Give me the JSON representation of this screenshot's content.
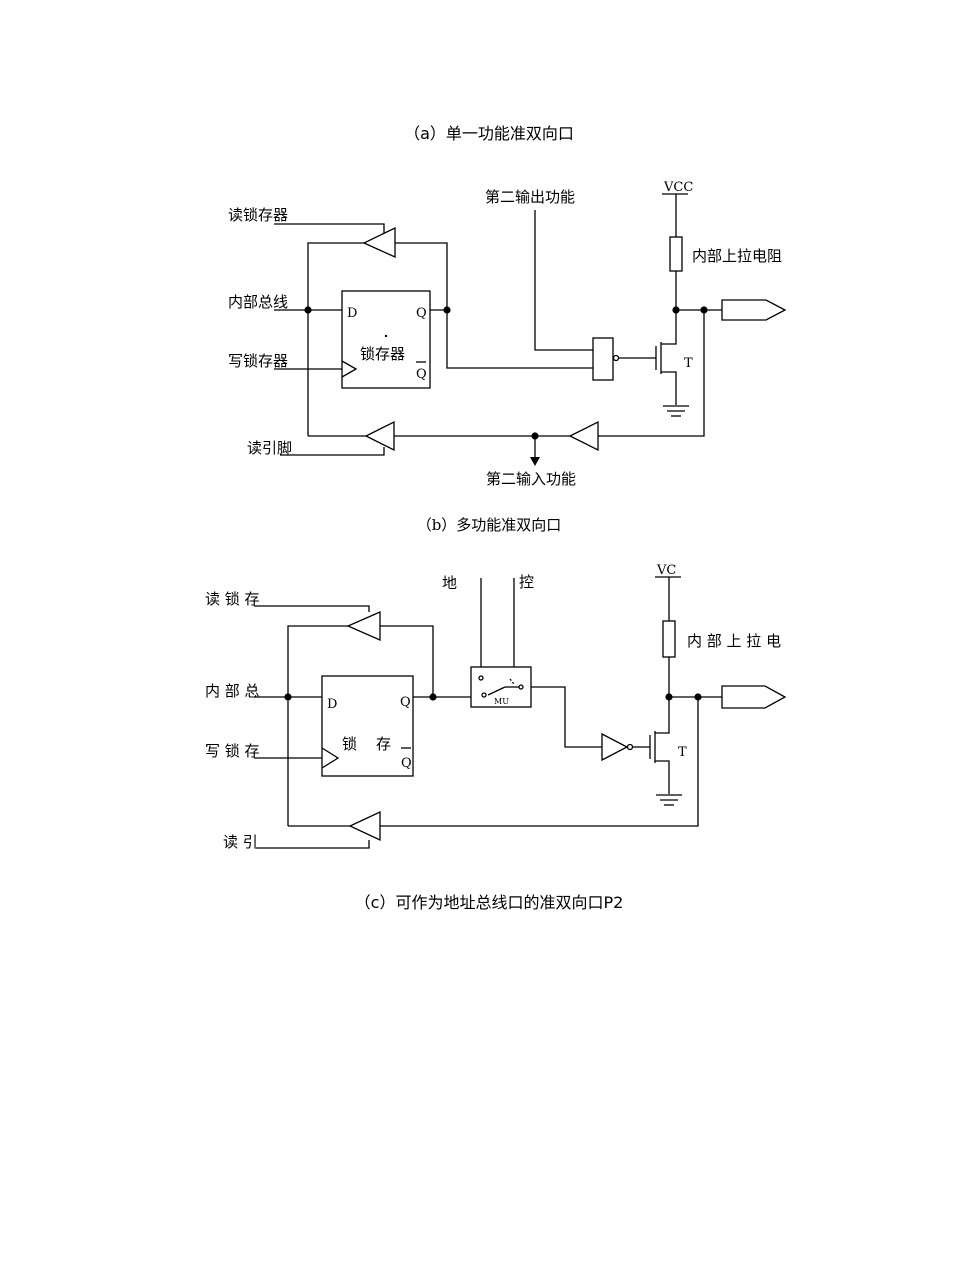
{
  "captions": {
    "a": "（a）单一功能准双向口",
    "b": "（b）多功能准双向口",
    "c": "（c）可作为地址总线口的准双向口P2"
  },
  "diagram_b": {
    "read_latch": "读锁存器",
    "internal_bus": "内部总线",
    "write_latch": "写锁存器",
    "read_pin": "读引脚",
    "latch": "锁存器",
    "D": "D",
    "Q": "Q",
    "Qbar": "Q",
    "second_output": "第二输出功能",
    "second_input": "第二输入功能",
    "vcc": "VCC",
    "pullup": "内部上拉电阻",
    "T": "T"
  },
  "diagram_c": {
    "read_latch": "读 锁 存",
    "internal_bus": "内 部 总",
    "write_latch": "写 锁 存",
    "read_pin": "读   引",
    "latch_1": "锁",
    "latch_2": "存",
    "D": "D",
    "Q": "Q",
    "Qbar": "Q",
    "addr": "地",
    "ctrl": "控",
    "mux": "MU",
    "vcc": "VC",
    "pullup": "内 部 上 拉 电",
    "T": "T"
  }
}
